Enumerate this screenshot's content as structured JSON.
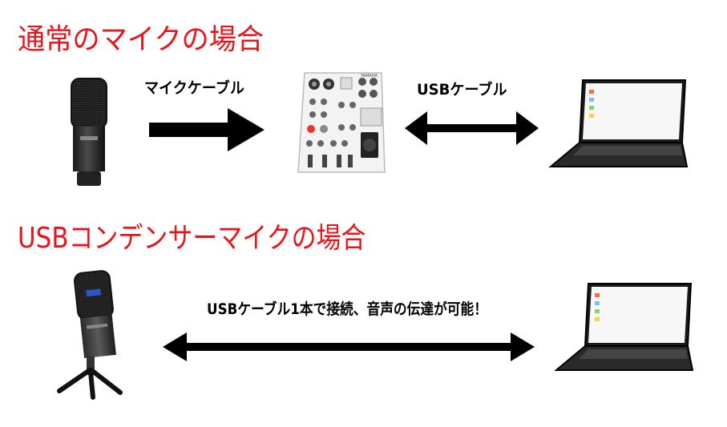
{
  "section1": {
    "title": "通常のマイクの場合",
    "cable_label_mic": "マイクケーブル",
    "cable_label_usb": "USBケーブル"
  },
  "section2": {
    "title": "USBコンデンサーマイクの場合",
    "cable_label": "USBケーブル1本で接続、音声の伝達が可能！"
  },
  "mixer": {
    "brand": "YAMAHA"
  },
  "colors": {
    "title_red": "#e8141c",
    "arrow_black": "#000000"
  },
  "icons": [
    "xlr-microphone-icon",
    "audio-mixer-icon",
    "laptop-icon",
    "usb-condenser-microphone-icon",
    "arrow-right-icon",
    "double-arrow-icon"
  ]
}
